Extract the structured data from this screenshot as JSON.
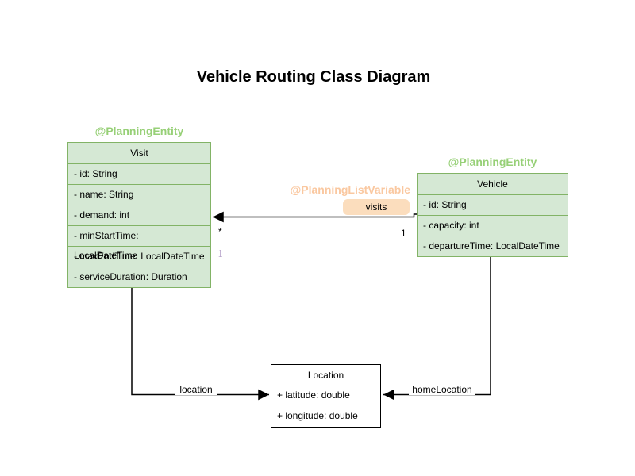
{
  "title": "Vehicle Routing Class Diagram",
  "classes": {
    "visit": {
      "annotation": "@PlanningEntity",
      "name": "Visit",
      "attributes": [
        "- id: String",
        "- name: String",
        "- demand: int",
        "- minStartTime: LocalDateTime",
        "- maxEndTime: LocalDateTime",
        "- serviceDuration: Duration"
      ]
    },
    "vehicle": {
      "annotation": "@PlanningEntity",
      "name": "Vehicle",
      "attributes": [
        "- id: String",
        "- capacity: int",
        "- departureTime: LocalDateTime"
      ]
    },
    "location": {
      "name": "Location",
      "attributes": [
        "+ latitude: double",
        "+ longitude: double"
      ]
    }
  },
  "edges": {
    "visits": {
      "annotation": "@PlanningListVariable",
      "label": "visits",
      "target_multiplicity": "*",
      "source_multiplicity": "1",
      "secondary_multiplicity": "1"
    },
    "location": {
      "label": "location"
    },
    "home_location": {
      "label": "homeLocation"
    }
  },
  "colors": {
    "background": "#ffffff",
    "title_text": "#000000",
    "entity_fill": "#d5e8d4",
    "entity_border": "#82b366",
    "entity_annotation_text": "#97d077",
    "list_variable_annotation_text": "#fac8a0",
    "visits_label_bg": "#fbddbd",
    "plain_class_fill": "#ffffff",
    "plain_class_border": "#000000",
    "edge_color": "#000000",
    "secondary_multiplicity_text": "#b4a0c8"
  }
}
